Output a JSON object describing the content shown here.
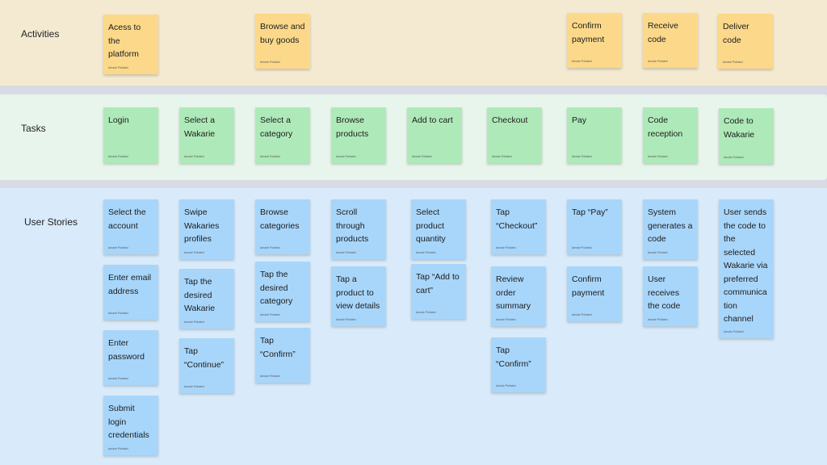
{
  "rows": {
    "activities": "Activities",
    "tasks": "Tasks",
    "stories": "User Stories"
  },
  "author": "Amoke Polluted",
  "activities": [
    {
      "text": "Acess to\nthe\nplatform"
    },
    {
      "text": "Browse and\nbuy goods"
    },
    {
      "text": "Confirm\npayment"
    },
    {
      "text": "Receive\ncode"
    },
    {
      "text": "Deliver\ncode"
    }
  ],
  "tasks": [
    {
      "text": "Login"
    },
    {
      "text": "Select a\nWakarie"
    },
    {
      "text": "Select a\ncategory"
    },
    {
      "text": "Browse\nproducts"
    },
    {
      "text": "Add to cart"
    },
    {
      "text": "Checkout"
    },
    {
      "text": "Pay"
    },
    {
      "text": "Code\nreception"
    },
    {
      "text": "Code to\nWakarie"
    }
  ],
  "stories": {
    "login": [
      {
        "text": "Select the\naccount"
      },
      {
        "text": "Enter email\naddress"
      },
      {
        "text": "Enter\npassword"
      },
      {
        "text": "Submit\nlogin\ncredentials"
      }
    ],
    "wakarie": [
      {
        "text": "Swipe\nWakaries\nprofiles"
      },
      {
        "text": "Tap the\ndesired\nWakarie"
      },
      {
        "text": "Tap\n“Continue”"
      }
    ],
    "category": [
      {
        "text": "Browse\ncategories"
      },
      {
        "text": "Tap the\ndesired\ncategory"
      },
      {
        "text": "Tap\n“Confirm”"
      }
    ],
    "browse": [
      {
        "text": "Scroll\nthrough\nproducts"
      },
      {
        "text": "Tap a\nproduct to\nview details"
      }
    ],
    "cart": [
      {
        "text": "Select\nproduct\nquantity"
      },
      {
        "text": "Tap “Add to\ncart”"
      }
    ],
    "checkout": [
      {
        "text": "Tap\n“Checkout”"
      },
      {
        "text": "Review\norder\nsummary"
      },
      {
        "text": "Tap\n“Confirm”"
      }
    ],
    "pay": [
      {
        "text": "Tap “Pay”"
      },
      {
        "text": "Confirm\npayment"
      }
    ],
    "code_reception": [
      {
        "text": "System\ngenerates a\ncode"
      },
      {
        "text": "User\nreceives\nthe code"
      }
    ],
    "code_to_wakarie": [
      {
        "text": "User sends\nthe code to\nthe\nselected\nWakarie via\npreferred\ncommunica\ntion\nchannel"
      }
    ]
  },
  "colors": {
    "activity": "#fcd98a",
    "task": "#aeeab9",
    "story": "#a8d6fb"
  }
}
